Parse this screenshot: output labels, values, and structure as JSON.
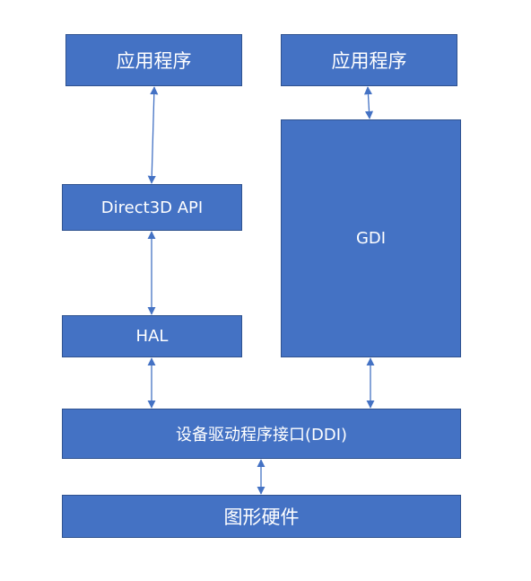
{
  "boxes": {
    "app_left": "应用程序",
    "app_right": "应用程序",
    "direct3d_api": "Direct3D API",
    "gdi": "GDI",
    "hal": "HAL",
    "ddi": "设备驱动程序接口(DDI)",
    "hardware": "图形硬件"
  },
  "colors": {
    "box_fill": "#4472c4",
    "box_border": "#2f528f",
    "text": "#ffffff",
    "arrow": "#4472c4"
  }
}
